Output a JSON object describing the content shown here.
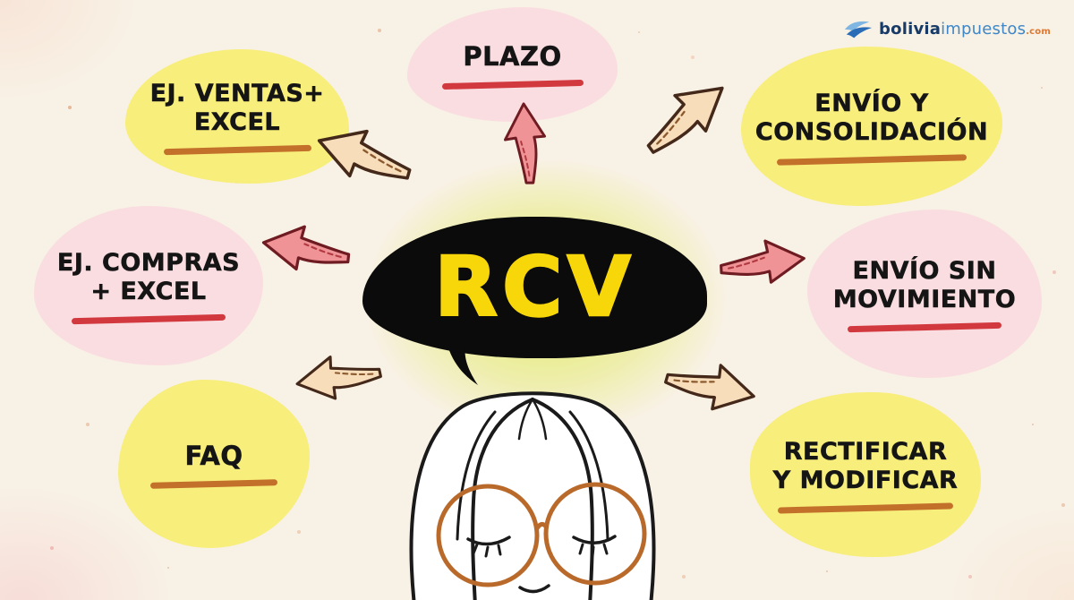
{
  "logo": {
    "icon": "bird-swoosh-icon",
    "brand_primary": "bolivia",
    "brand_secondary": "impuestos",
    "brand_tld": ".com"
  },
  "center": {
    "label": "RCV",
    "bubble_color": "#0b0b0b",
    "text_color": "#f8d70a"
  },
  "nodes": [
    {
      "id": "ej-ventas-excel",
      "label": "EJ. VENTAS+\nEXCEL",
      "blob_color": "#f8ee7b",
      "underline_color": "#c2702a",
      "arrow_style": "cream",
      "position": "top-left"
    },
    {
      "id": "plazo",
      "label": "PLAZO",
      "blob_color": "#fadde0",
      "underline_color": "#d2393f",
      "arrow_style": "pink",
      "position": "top"
    },
    {
      "id": "envio-consolidacion",
      "label": "ENVÍO Y\nCONSOLIDACIÓN",
      "blob_color": "#f8ee7b",
      "underline_color": "#c2702a",
      "arrow_style": "cream",
      "position": "top-right"
    },
    {
      "id": "ej-compras-excel",
      "label": "EJ. COMPRAS\n+ EXCEL",
      "blob_color": "#fadde0",
      "underline_color": "#d2393f",
      "arrow_style": "pink",
      "position": "left"
    },
    {
      "id": "envio-sin-movimiento",
      "label": "ENVÍO SIN\nMOVIMIENTO",
      "blob_color": "#fadde0",
      "underline_color": "#d2393f",
      "arrow_style": "pink",
      "position": "right"
    },
    {
      "id": "faq",
      "label": "FAQ",
      "blob_color": "#f8ee7b",
      "underline_color": "#c2702a",
      "arrow_style": "cream",
      "position": "bottom-left"
    },
    {
      "id": "rectificar-modificar",
      "label": "RECTIFICAR\nY MODIFICAR",
      "blob_color": "#f8ee7b",
      "underline_color": "#c2702a",
      "arrow_style": "cream",
      "position": "bottom-right"
    }
  ],
  "illustration": "person-head-closed-eyes-glasses",
  "palette": {
    "background": "#f8f1e5",
    "blob_yellow": "#f8ee7b",
    "blob_pink": "#fadde0",
    "underline_orange": "#c2702a",
    "underline_red": "#d2393f",
    "arrow_cream": "#f8ddbb",
    "arrow_pink": "#ef9396",
    "glow_yellow_green": "#e0ea58"
  }
}
